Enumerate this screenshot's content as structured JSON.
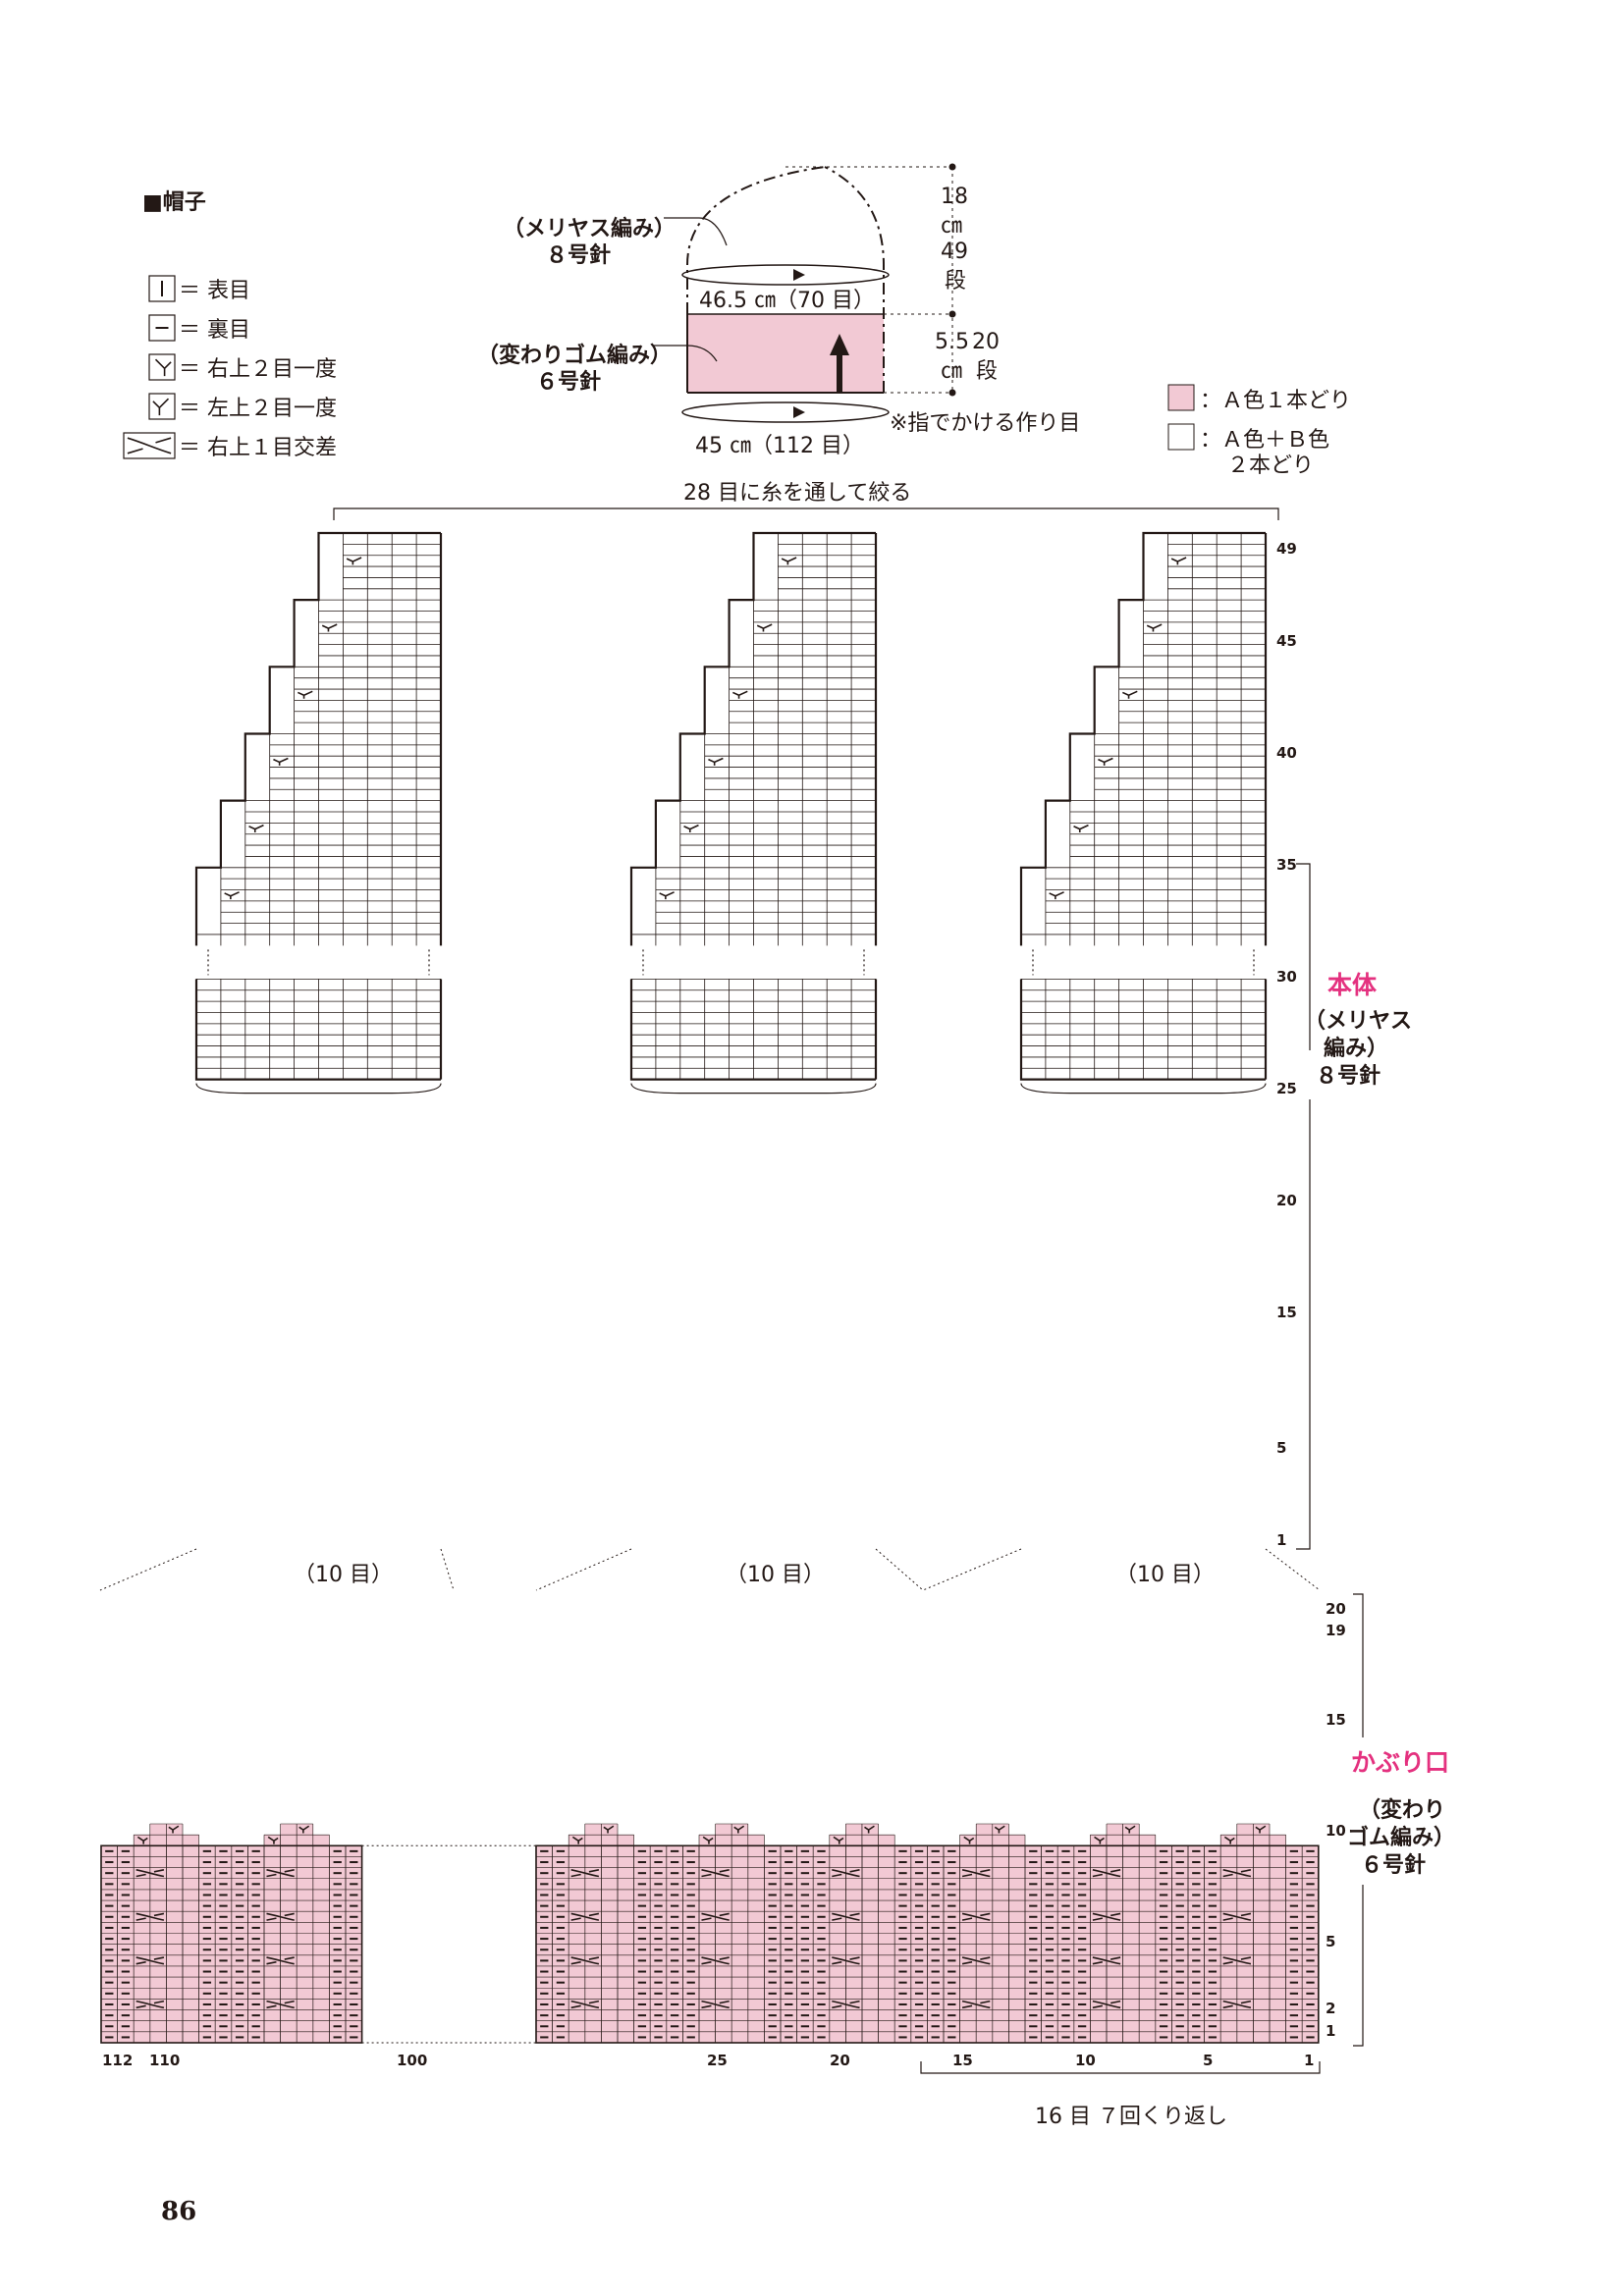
{
  "section_title": "■帽子",
  "legend": {
    "items": [
      {
        "symbol": "knit",
        "text": "＝ 表目"
      },
      {
        "symbol": "purl",
        "text": "＝ 裏目"
      },
      {
        "symbol": "right-dec",
        "text": "＝ 右上２目一度"
      },
      {
        "symbol": "left-dec",
        "text": "＝ 左上２目一度"
      },
      {
        "symbol": "cross",
        "text": "＝ 右上１目交差"
      }
    ]
  },
  "schematic": {
    "body_label": "（メリヤス編み）",
    "body_needle": "８号針",
    "rib_label": "（変わりゴム編み）",
    "rib_needle": "６号針",
    "top_width": "46.5 ㎝（70 目）",
    "bottom_width": "45 ㎝（112 目）",
    "height_top_num": "18",
    "height_top_unit": "㎝",
    "height_top_rows": "49",
    "height_top_rows_unit": "段",
    "height_bottom_num": "5.5",
    "height_bottom_unit": "㎝",
    "height_bottom_rows": "20",
    "height_bottom_rows_unit": "段",
    "cast_on_note": "※指でかける作り目"
  },
  "color_legend": {
    "a_single": "：Ａ色１本どり",
    "ab_line1": "：Ａ色＋Ｂ色",
    "ab_line2": "２本どり",
    "pink": "#f2c9d4"
  },
  "chart": {
    "top_note": "28 目に糸を通して絞る",
    "panel_label": "（10 目）",
    "body_row_ticks": [
      "49",
      "45",
      "40",
      "35",
      "30",
      "25",
      "20",
      "15",
      "5",
      "1"
    ],
    "rib_row_ticks": [
      "20",
      "19",
      "15",
      "10",
      "5",
      "2",
      "1"
    ],
    "col_ticks": [
      "112",
      "110",
      "100",
      "25",
      "20",
      "15",
      "10",
      "5",
      "1"
    ],
    "repeat_note": "16 目 ７回くり返し",
    "body_title": "本体",
    "body_sub1": "（メリヤス",
    "body_sub2": "編み）",
    "body_sub3": "８号針",
    "rib_title": "かぶり口",
    "rib_sub1": "（変わり",
    "rib_sub2": "ゴム編み）",
    "rib_sub3": "６号針"
  },
  "page_number": "86"
}
